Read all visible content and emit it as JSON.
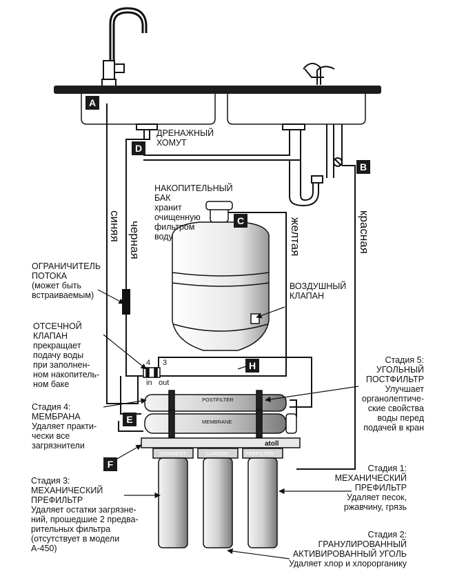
{
  "badges": {
    "a": "A",
    "b": "B",
    "c": "C",
    "d": "D",
    "e": "E",
    "f": "F",
    "h": "H"
  },
  "tubes": {
    "blue": "синяя",
    "black": "черная",
    "yellow": "желтая",
    "red": "красная"
  },
  "drain_clamp": "ДРЕНАЖНЫЙ\nХОМУТ",
  "tank": "НАКОПИТЕЛЬНЫЙ\nБАК\nхранит\nочищенную\nфильтром\nводу",
  "air_valve": "ВОЗДУШНЫЙ\nКЛАПАН",
  "flow_limiter": "ОГРАНИЧИТЕЛЬ\nПОТОКА\n(может быть\nвстраиваемым)",
  "shutoff_valve": "ОТСЕЧНОЙ\nКЛАПАН\nпрекращает\nподачу воды\nпри заполнен-\nном накопитель-\nном баке",
  "stage4": "Стадия 4:\nМЕМБРАНА\nУдаляет практи-\nчески все\nзагрязнители",
  "stage5": "Стадия 5:\nУГОЛЬНЫЙ\nПОСТФИЛЬТР\nУлучшает\nорганолептиче-\nские свойства\nводы перед\nподачей в кран",
  "stage1": "Стадия 1:\nМЕХАНИЧЕСКИЙ\nПРЕФИЛЬТР\nУдаляет песок,\nржавчину, грязь",
  "stage2": "Стадия 2:\nГРАНУЛИРОВАННЫЙ\nАКТИВИРОВАННЫЙ УГОЛЬ\nУдаляет хлор и хлорорганику",
  "stage3": "Стадия 3:\nМЕХАНИЧЕСКИЙ\nПРЕФИЛЬТР\nУдаляет остатки загрязне-\nний, прошедшие 2 предва-\nрительных фильтра\n(отсутствует в модели\nА-450)",
  "valve_ports": {
    "p4": "4",
    "p3": "3",
    "in": "in",
    "out": "out"
  },
  "housings": {
    "postfilter": "POSTFILTER",
    "membrane": "MEMBRANE",
    "brand": "atoll",
    "sediment": "SEDIMENT",
    "carbon": "CARBON",
    "prefilter": "PREFILTER"
  }
}
